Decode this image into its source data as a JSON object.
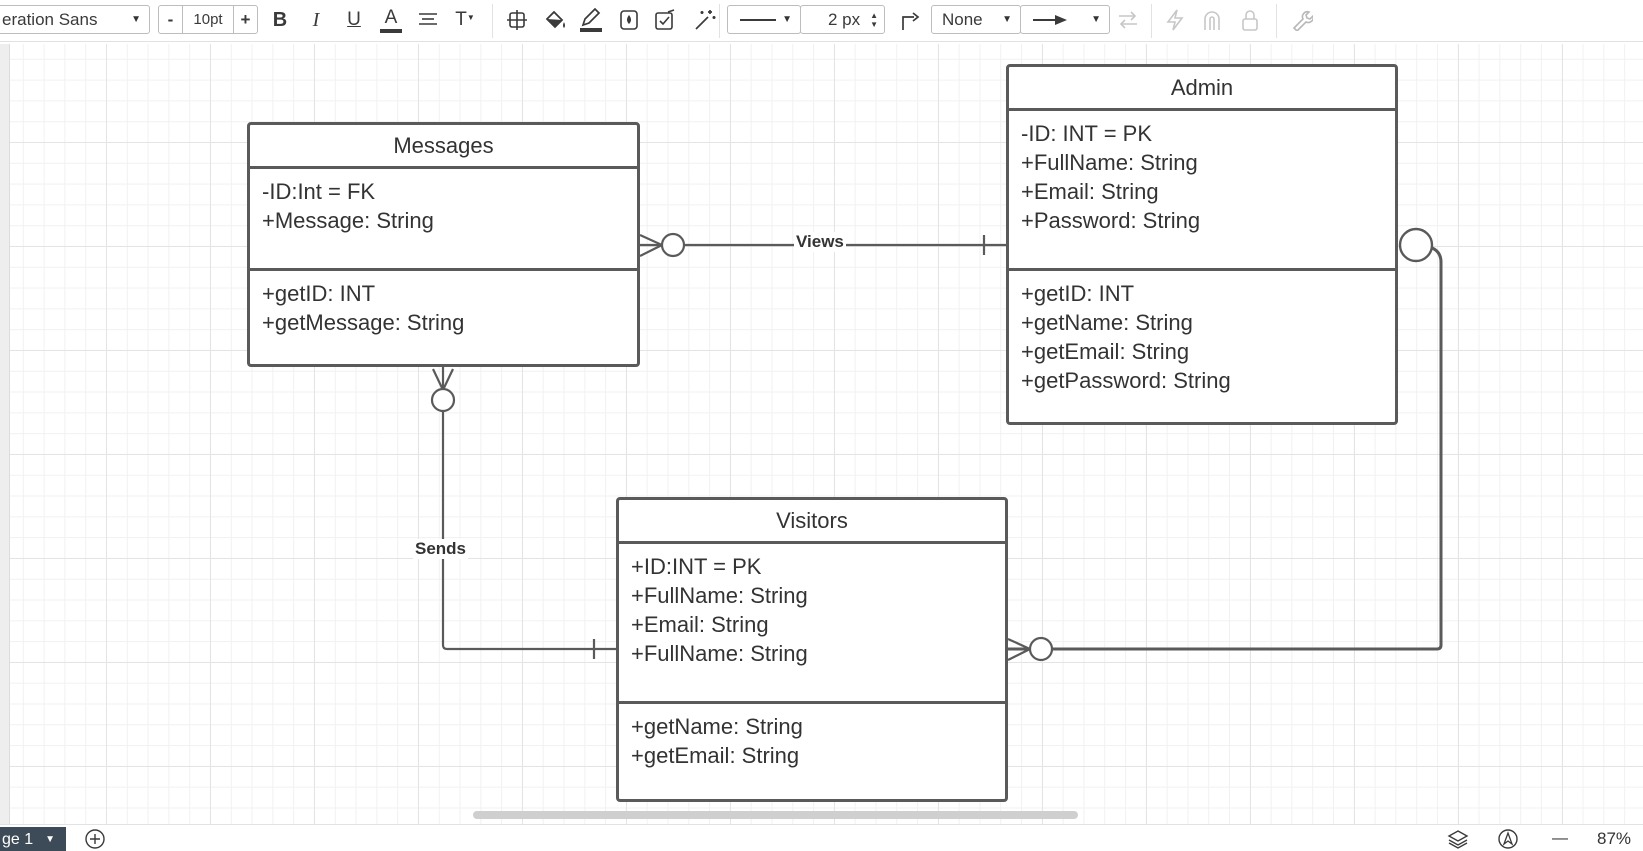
{
  "toolbar": {
    "font_family": "eration Sans",
    "font_size": "10",
    "font_size_unit": "pt",
    "decrease_label": "-",
    "increase_label": "+",
    "bold_label": "B",
    "italic_label": "I",
    "underline_label": "U",
    "font_color_label": "A",
    "text_options_label": "T",
    "line_width": "2 px",
    "start_arrow": "None",
    "accent_color": "#e24b26"
  },
  "entities": {
    "messages": {
      "title": "Messages",
      "attributes": [
        "-ID:Int = FK",
        "+Message: String"
      ],
      "methods": [
        "+getID: INT",
        "+getMessage: String"
      ]
    },
    "admin": {
      "title": "Admin",
      "attributes": [
        "-ID: INT = PK",
        "+FullName: String",
        "+Email: String",
        "+Password: String"
      ],
      "methods": [
        "+getID: INT",
        "+getName: String",
        "+getEmail: String",
        "+getPassword: String"
      ]
    },
    "visitors": {
      "title": "Visitors",
      "attributes": [
        "+ID:INT = PK",
        "+FullName: String",
        "+Email: String",
        "+FullName: String"
      ],
      "methods": [
        "+getName: String",
        "+getEmail: String"
      ]
    }
  },
  "relationships": {
    "views": "Views",
    "sends": "Sends"
  },
  "bottombar": {
    "page_tab": "ge 1",
    "zoom": "87%",
    "zoom_out_label": "—"
  }
}
